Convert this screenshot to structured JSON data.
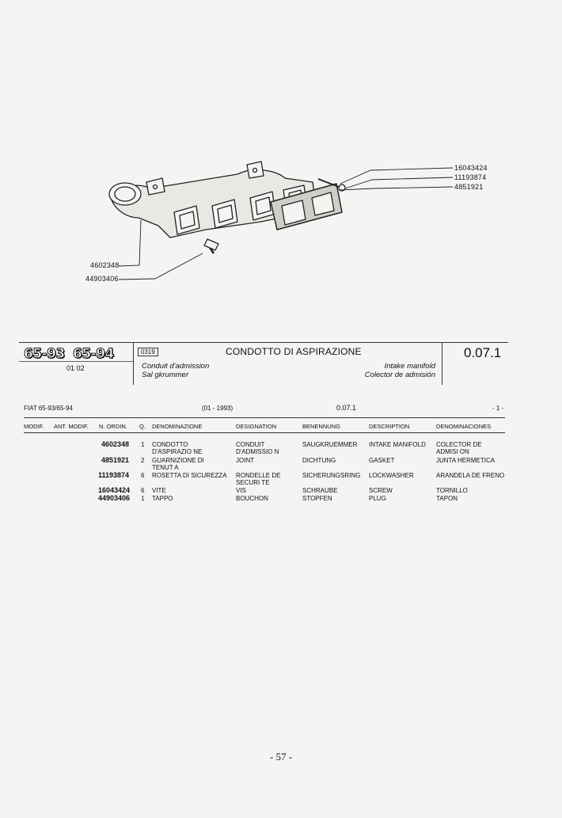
{
  "diagram": {
    "callouts_right": [
      "16043424",
      "11193874",
      "4851921"
    ],
    "callouts_left": [
      "4602348",
      "44903406"
    ]
  },
  "header": {
    "models": [
      "65-93",
      "65-94"
    ],
    "model_sub": "01 02",
    "ref_code": "0319",
    "title_it": "CONDOTTO DI ASPIRAZIONE",
    "title_fr": "Conduit d'admission",
    "title_de": "Sal gkrummer",
    "title_en": "Intake manifold",
    "title_es": "Colector de admisión",
    "group_code": "0.07.1"
  },
  "listing": {
    "model_line": "FIAT 65-93/65-94",
    "date_range": "(01 - 1993)",
    "group": "0.07.1",
    "page_marker": "- 1 -",
    "columns": [
      "MODIF.",
      "ANT. MODIF.",
      "N. ORDIN.",
      "Q.",
      "DENOMINAZIONE",
      "DESIGNATION",
      "BENENNUNG",
      "DESCRIPTION",
      "DENOMINACIONES"
    ],
    "rows": [
      {
        "part": "4602348",
        "qty": "1",
        "it": "CONDOTTO D'ASPIRAZIO NE",
        "fr": "CONDUIT D'ADMISSIO N",
        "de": "SAUGKRUEMMER",
        "en": "INTAKE MANIFOLD",
        "es": "COLECTOR DE ADMISI ON"
      },
      {
        "part": "4851921",
        "qty": "2",
        "it": "GUARNIZIONE DI TENUT A",
        "fr": "JOINT",
        "de": "DICHTUNG",
        "en": "GASKET",
        "es": "JUNTA HERMETICA"
      },
      {
        "part": "11193874",
        "qty": "6",
        "it": "ROSETTA DI SICUREZZA",
        "fr": "RONDELLE DE SECURI TE",
        "de": "SICHERUNGSRING",
        "en": "LOCKWASHER",
        "es": "ARANDELA DE FRENO"
      },
      {
        "part": "16043424",
        "qty": "6",
        "it": "VITE",
        "fr": "VIS",
        "de": "SCHRAUBE",
        "en": "SCREW",
        "es": "TORNILLO"
      },
      {
        "part": "44903406",
        "qty": "1",
        "it": "TAPPO",
        "fr": "BOUCHON",
        "de": "STOPFEN",
        "en": "PLUG",
        "es": "TAPON"
      }
    ]
  },
  "footer": {
    "page_number": "- 57 -"
  }
}
